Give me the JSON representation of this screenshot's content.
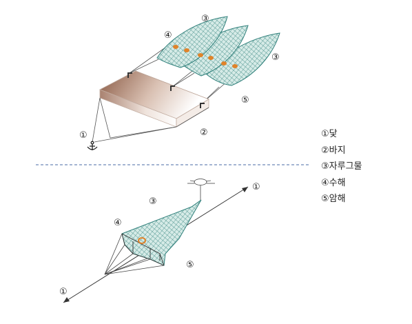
{
  "markers": {
    "m1": "①",
    "m2": "②",
    "m3": "③",
    "m4": "④",
    "m5": "⑤"
  },
  "legend": [
    {
      "marker": "①",
      "label": "닻"
    },
    {
      "marker": "②",
      "label": "바지"
    },
    {
      "marker": "③",
      "label": "자루그물"
    },
    {
      "marker": "④",
      "label": "수해"
    },
    {
      "marker": "⑤",
      "label": "암해"
    }
  ],
  "colors": {
    "net": "#2f7f7a",
    "net_fill": "#cfe5e1",
    "float": "#e0832a",
    "barge_dark": "#8a5a44",
    "barge_light": "#ffffff",
    "divider": "#4a6aa5",
    "line": "#555555"
  },
  "icons": [
    "anchor-icon",
    "sun-icon",
    "direction-arrow-icon"
  ]
}
